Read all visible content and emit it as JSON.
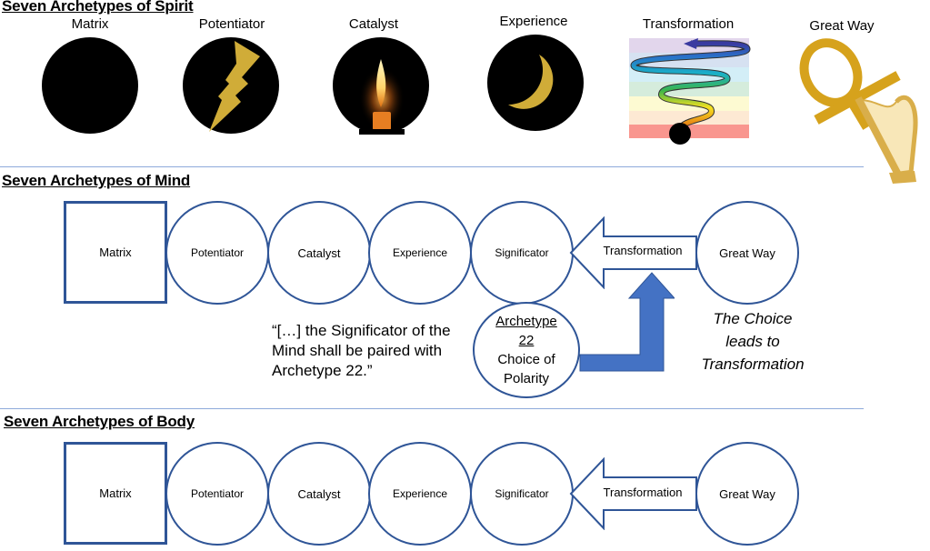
{
  "spirit": {
    "title": "Seven Archetypes of Spirit",
    "items": [
      {
        "label": "Matrix",
        "icon": "black-circle-icon"
      },
      {
        "label": "Potentiator",
        "icon": "lightning-bolt-icon"
      },
      {
        "label": "Catalyst",
        "icon": "candle-flame-icon"
      },
      {
        "label": "Experience",
        "icon": "crescent-moon-icon"
      },
      {
        "label": "Transformation",
        "icon": "rainbow-spiral-icon"
      },
      {
        "label": "Great Way",
        "icon": "ankh-harp-icon"
      }
    ]
  },
  "mind": {
    "title": "Seven Archetypes of Mind",
    "nodes": {
      "matrix": "Matrix",
      "potentiator": "Potentiator",
      "catalyst": "Catalyst",
      "experience": "Experience",
      "significator": "Significator",
      "transformation": "Transformation",
      "great_way": "Great Way"
    },
    "quote_lines": [
      "“[…] the Significator of the",
      "Mind shall be paired with",
      "Archetype 22.”"
    ],
    "archetype22": {
      "title_line1": "Archetype",
      "title_line2": "22",
      "desc_line1": "Choice of",
      "desc_line2": "Polarity"
    },
    "choice_note_lines": [
      "The Choice",
      "leads to",
      "Transformation"
    ]
  },
  "body": {
    "title": "Seven Archetypes of Body",
    "nodes": {
      "matrix": "Matrix",
      "potentiator": "Potentiator",
      "catalyst": "Catalyst",
      "experience": "Experience",
      "significator": "Significator",
      "transformation": "Transformation",
      "great_way": "Great Way"
    }
  },
  "colors": {
    "node_stroke": "#2f5597",
    "solid_arrow": "#4472c4",
    "separator": "#8eaadb",
    "gold": "#d4af37"
  }
}
